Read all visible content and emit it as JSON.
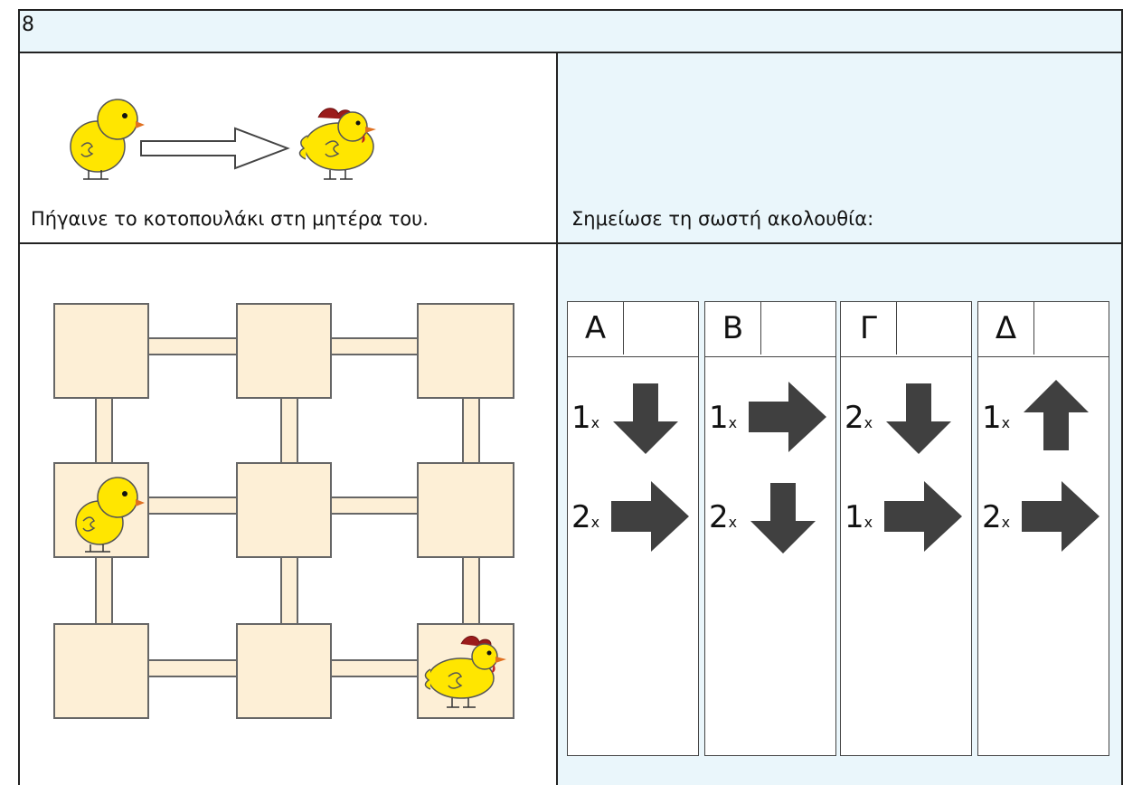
{
  "header": {
    "number": "8"
  },
  "task": {
    "instruction": "Πήγαινε το κοτοπουλάκι στη μητέρα του."
  },
  "answer": {
    "prompt": "Σημείωσε τη σωστή ακολουθία:"
  },
  "options": [
    {
      "letter": "Α",
      "steps": [
        {
          "count": "1",
          "mult": "x",
          "direction": "down"
        },
        {
          "count": "2",
          "mult": "x",
          "direction": "right"
        }
      ]
    },
    {
      "letter": "Β",
      "steps": [
        {
          "count": "1",
          "mult": "x",
          "direction": "right"
        },
        {
          "count": "2",
          "mult": "x",
          "direction": "down"
        }
      ]
    },
    {
      "letter": "Γ",
      "steps": [
        {
          "count": "2",
          "mult": "x",
          "direction": "down"
        },
        {
          "count": "1",
          "mult": "x",
          "direction": "right"
        }
      ]
    },
    {
      "letter": "Δ",
      "steps": [
        {
          "count": "1",
          "mult": "x",
          "direction": "up"
        },
        {
          "count": "2",
          "mult": "x",
          "direction": "right"
        }
      ]
    }
  ],
  "colors": {
    "panel": "#eaf6fb",
    "tile": "#fdefd6",
    "chick": "#ffe600",
    "arrow": "#404040",
    "comb": "#9b1b1b"
  }
}
